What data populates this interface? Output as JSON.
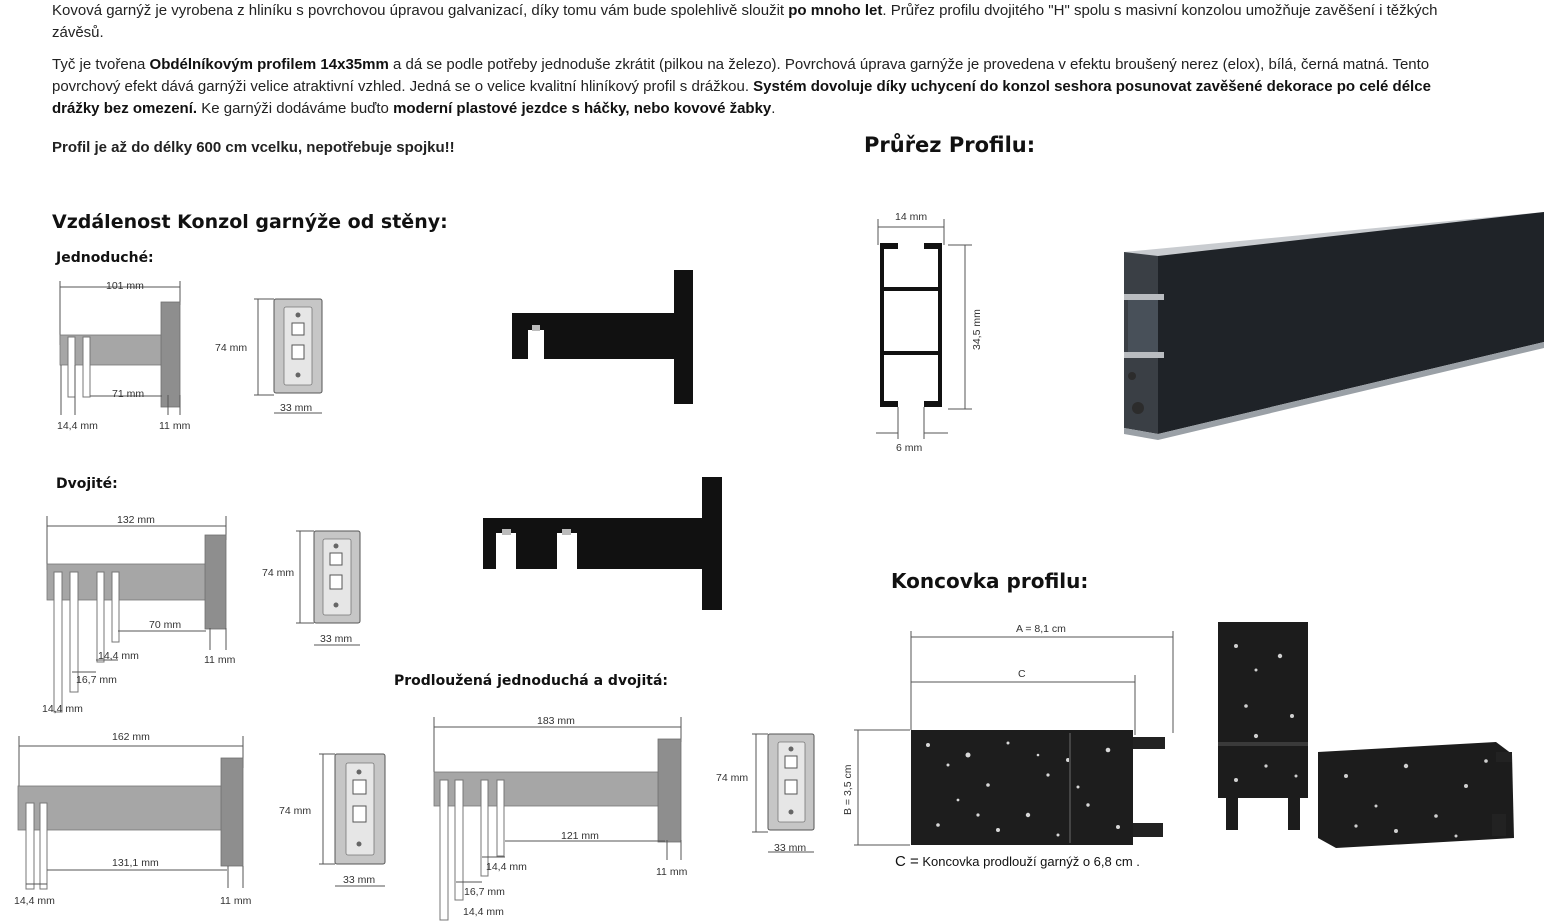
{
  "intro": {
    "p1_a": "Kovová garnýž je vyrobena z hliníku s povrchovou úpravou galvanizací, díky tomu vám bude spolehlivě sloužit ",
    "p1_b": "po mnoho let",
    "p1_c": ". Průřez profilu dvojitého \"H\" spolu s masivní konzolou umožňuje zavěšení i těžkých závěsů.",
    "p2_a": " Tyč je tvořena ",
    "p2_b": "Obdélníkovým profilem 14x35mm",
    "p2_c": " a dá se podle potřeby jednoduše zkrátit (pilkou na železo). Povrchová úprava garnýže je provedena v efektu broušený nerez (elox), bílá, černá matná. Tento povrchový efekt dává garnýži velice atraktivní vzhled. Jedná se o velice kvalitní hliníkový profil s drážkou. ",
    "p2_d": "Systém dovoluje díky uchycení do konzol seshora posunovat zavěšené dekorace po celé délce drážky bez omezení.",
    "p2_e": " Ke garnýži dodáváme buďto ",
    "p2_f": "moderní plastové jezdce s háčky, nebo kovové žabky",
    "p2_g": ".",
    "p3": "Profil je až do délky 600 cm vcelku, nepotřebuje spojku!!"
  },
  "headings": {
    "konzoly": "Vzdálenost Konzol garnýže od stěny:",
    "jednoduche": "Jednoduché:",
    "dvojite": "Dvojité:",
    "prodlouzena": "Prodloužená jednoduchá a dvojitá:",
    "prurez": "Průřez Profilu:",
    "koncovka": "Koncovka profilu:"
  },
  "dims": {
    "single": {
      "total": "101 mm",
      "inner": "71 mm",
      "hook": "14,4 mm",
      "wall": "11 mm"
    },
    "double": {
      "total": "132 mm",
      "inner": "70 mm",
      "gap1": "14,4 mm",
      "gap2": "16,7 mm",
      "hook": "14,4 mm",
      "wall": "11 mm"
    },
    "plate": {
      "height": "74 mm",
      "width": "33 mm"
    },
    "ext_single": {
      "total": "162 mm",
      "inner": "131,1 mm",
      "hook": "14,4 mm",
      "wall": "11 mm"
    },
    "ext_double": {
      "total": "183 mm",
      "inner": "121 mm",
      "gap1": "14,4 mm",
      "gap2": "16,7 mm",
      "hook": "14,4 mm",
      "wall": "11 mm"
    },
    "profile": {
      "width": "14 mm",
      "height": "34,5 mm",
      "slot": "6 mm"
    },
    "endcap": {
      "a": "A = 8,1 cm",
      "c": "C",
      "b": "B = 3,5 cm",
      "note_c": "C =",
      "note": "Koncovka prodlouží garnýž o 6,8 cm ."
    }
  },
  "colors": {
    "steel": "#a6a6a6",
    "black": "#111111",
    "profile_face": "#1f2328"
  }
}
